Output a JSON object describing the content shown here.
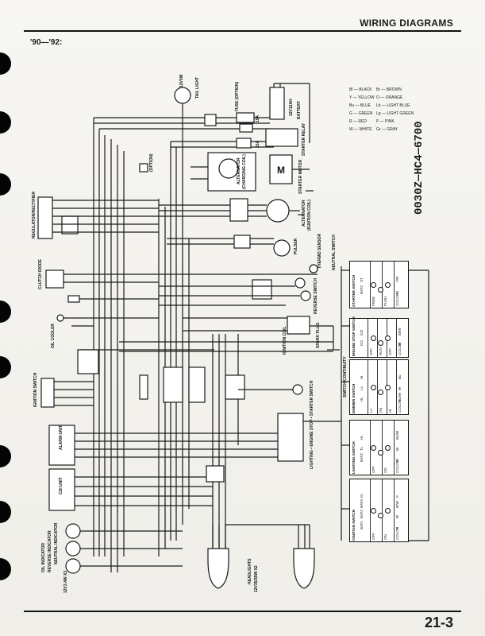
{
  "header": {
    "title": "WIRING DIAGRAMS",
    "years": "'90—'92:"
  },
  "footer": {
    "page_number": "21-3"
  },
  "part_number": "0030Z—HC4—6700",
  "labels": {
    "tail_light": "TAIL LIGHT",
    "tail_rating": "12V5W",
    "fuse": "FUSE (OPTION)",
    "fuse_rating": "15A",
    "main_fuse": "15A",
    "battery": "BATTERY",
    "battery_rating": "12V12AH",
    "starter_relay": "STARTER RELAY",
    "starter_motor": "STARTER MOTOR",
    "alternator": "ALTERNATOR",
    "alternator_sub": "(CHARGING COIL)",
    "alternator2": "ALTERNATOR",
    "alternator2_sub": "(IGNITION COIL)",
    "pulser": "PULSER",
    "thermo_sensor": "THERMO SENSOR",
    "neutral_switch": "NEUTRAL SWITCH",
    "reverse_switch": "REVERSE SWITCH",
    "spark_plug": "SPARK PLUG",
    "ignition_coil": "IGNITION COIL",
    "regulator_rectifier": "REGULATOR/RECTIFIER",
    "clutch_diode": "CLUTCH DIODE",
    "oil_cooler": "OIL COOLER",
    "ignition_switch": "IGNITION SWITCH",
    "alarm_unit": "ALARM UNIT",
    "cdi_unit": "CDI UNIT",
    "oil_indicator": "OIL INDICATOR",
    "reverse_indicator": "REVERSE INDICATOR",
    "neutral_indicator": "NEUTRAL INDICATOR",
    "indicator_rating": "12V3.4W X3",
    "headlights": "HEADLIGHTS",
    "headlight_rating": "12V35/35W X2",
    "option": "(OPTION)",
    "combo_switch": "LIGHTING • ENGINE STOP • STARTER SWITCH",
    "switch_continuity": "SWITCH CONTINUITY"
  },
  "legend": {
    "left": [
      "Bl — BLACK",
      "Y — YELLOW",
      "Bu — BLUE",
      "G — GREEN",
      "R — RED",
      "W — WHITE"
    ],
    "right": [
      "Br — BROWN",
      "O — ORANGE",
      "Lb — LIGHT BLUE",
      "Lg — LIGHT GREEN",
      "P — PINK",
      "Gr — GRAY"
    ]
  },
  "switch_tables": [
    {
      "name": "STARTER SWITCH",
      "headers": [
        "BAT2",
        "ST"
      ],
      "rows": [
        "FREE",
        "PUSH"
      ],
      "color_row": [
        "COLOR",
        "Bl",
        "Y/R"
      ]
    },
    {
      "name": "ENGINE STOP SWITCH",
      "headers": [
        "IG1",
        "IG2"
      ],
      "rows": [
        "OFF",
        "RUN",
        "OFF"
      ],
      "color_row": [
        "COLOR",
        "Bl",
        "Bl/W"
      ]
    },
    {
      "name": "DIMMER SWITCH",
      "headers": [
        "HL",
        "Lo",
        "Hi"
      ],
      "rows": [
        "Lo",
        "(N)",
        "Hi"
      ],
      "color_row": [
        "COLOR",
        "Bu/W",
        "W",
        "Bu"
      ]
    },
    {
      "name": "LIGHTING SWITCH",
      "headers": [
        "BAT2",
        "TL",
        "HL"
      ],
      "rows": [
        "OFF",
        "ON"
      ],
      "color_row": [
        "COLOR",
        "Bl",
        "Br",
        "Bu/W"
      ]
    },
    {
      "name": "IGNITION SWITCH",
      "headers": [
        "BAT1",
        "BAT2",
        "BAT3",
        "IG"
      ],
      "rows": [
        "OFF",
        "ON"
      ],
      "color_row": [
        "COLOR",
        "R",
        "Bl",
        "R/W",
        "P"
      ]
    }
  ]
}
